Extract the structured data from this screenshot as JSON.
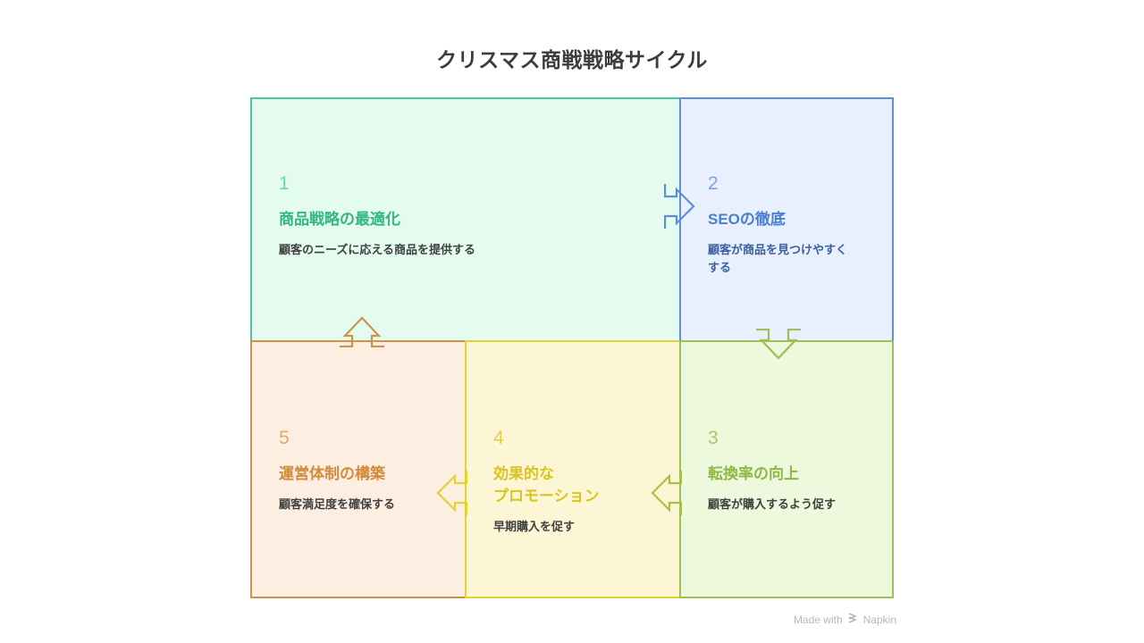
{
  "title": "クリスマス商戦戦略サイクル",
  "diagram": {
    "type": "cycle",
    "steps": [
      {
        "number": "1",
        "title": "商品戦略の最適化",
        "desc": "顧客のニーズに応える商品を提供する",
        "fill": "#e4fcf0",
        "border": "#4fc39a",
        "title_color": "#34b585",
        "number_color": "#6fd3ad"
      },
      {
        "number": "2",
        "title": "SEOの徹底",
        "desc": "顧客が商品を見つけやすくする",
        "fill": "#e8f0fe",
        "border": "#5b8fd8",
        "title_color": "#4a7fd0",
        "number_color": "#7ba4e2"
      },
      {
        "number": "3",
        "title": "転換率の向上",
        "desc": "顧客が購入するよう促す",
        "fill": "#eef8dd",
        "border": "#9cc054",
        "title_color": "#8fb844",
        "number_color": "#a8c96a"
      },
      {
        "number": "4",
        "title": "効果的な\nプロモーション",
        "desc": "早期購入を促す",
        "fill": "#fdf6d4",
        "border": "#e3d32c",
        "title_color": "#d9c422",
        "number_color": "#e0cf4e"
      },
      {
        "number": "5",
        "title": "運営体制の構築",
        "desc": "顧客満足度を確保する",
        "fill": "#fdeee2",
        "border": "#d0924b",
        "title_color": "#d08b3e",
        "number_color": "#e0a86a"
      }
    ],
    "arrows": [
      {
        "from": "1",
        "to": "2",
        "direction": "right",
        "color": "#5b8fd8"
      },
      {
        "from": "2",
        "to": "3",
        "direction": "down",
        "color": "#9cc054"
      },
      {
        "from": "3",
        "to": "4",
        "direction": "left",
        "color": "#a8bf4e"
      },
      {
        "from": "4",
        "to": "5",
        "direction": "left",
        "color": "#e3d32c"
      },
      {
        "from": "5",
        "to": "1",
        "direction": "up",
        "color": "#d0924b"
      }
    ]
  },
  "watermark": {
    "text_prefix": "Made with",
    "brand": "Napkin"
  }
}
